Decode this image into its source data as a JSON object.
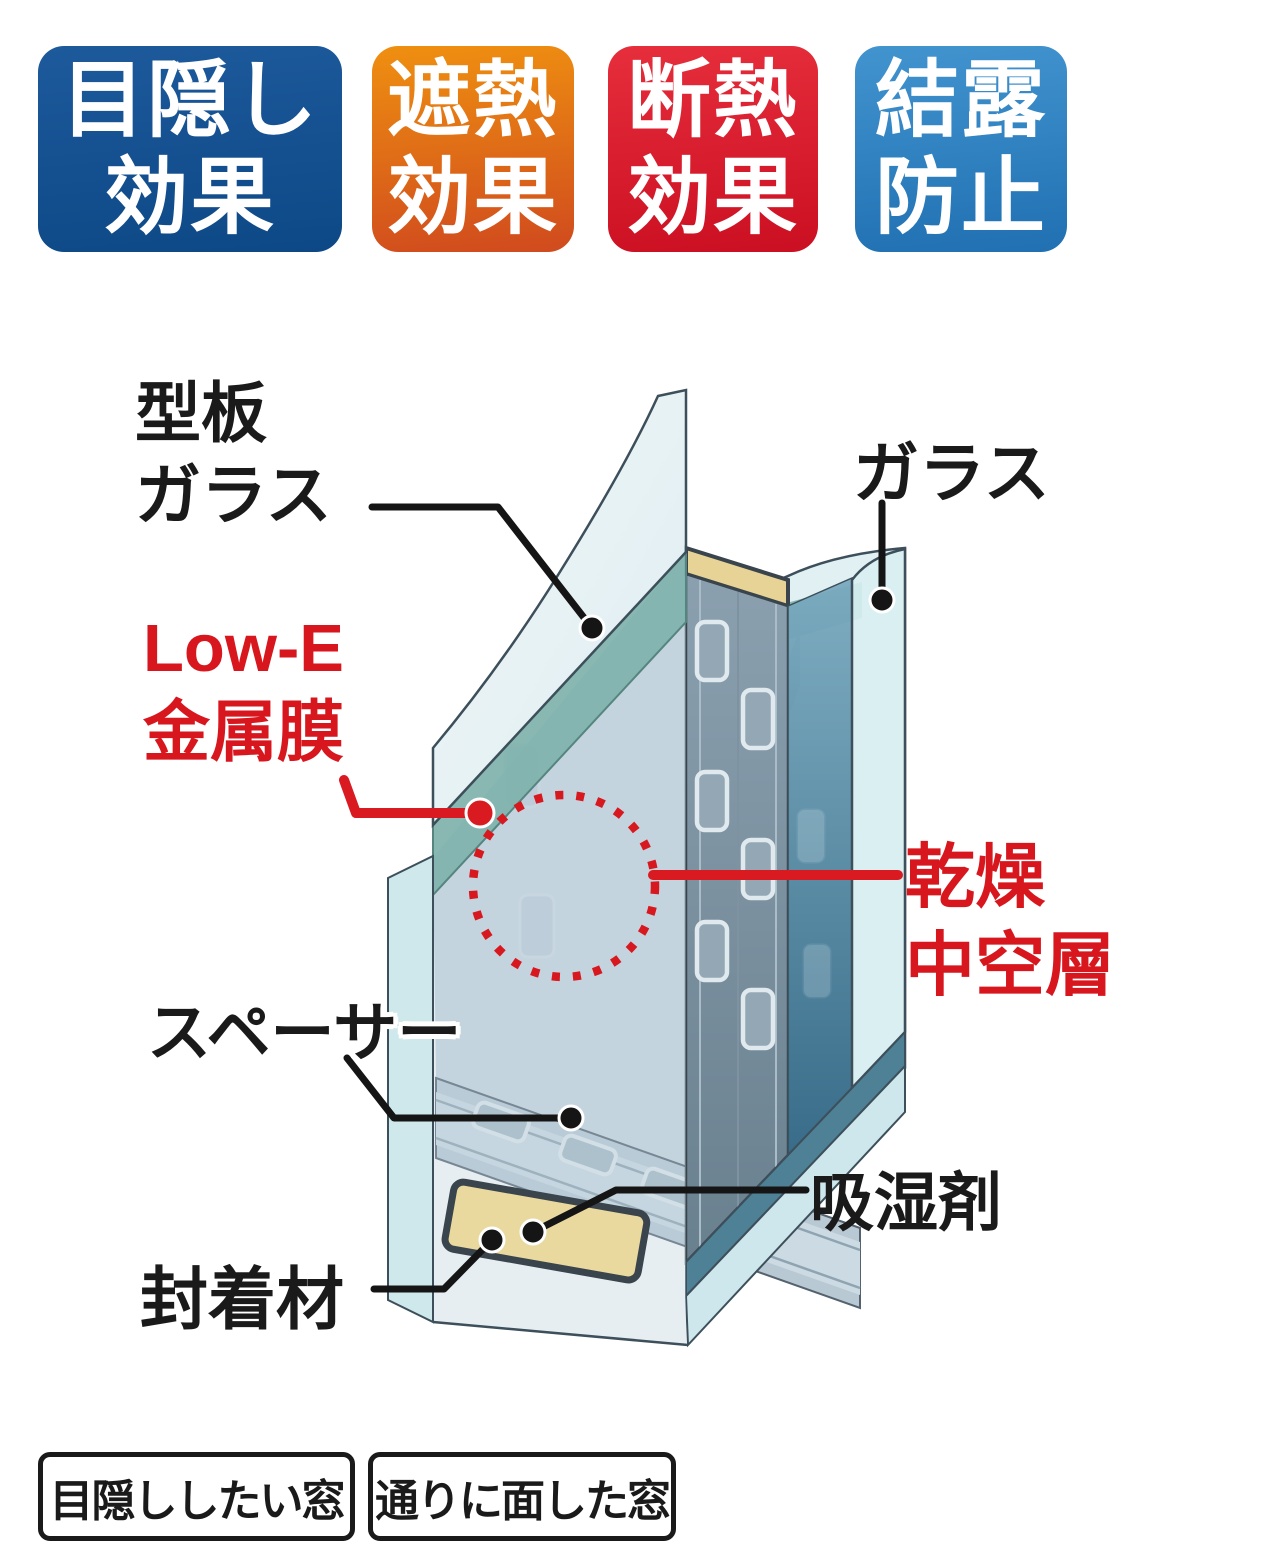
{
  "badges": [
    {
      "line1": "目隠し",
      "line2": "効果",
      "color_top": "#1d5a9c",
      "color_bottom": "#0d4886"
    },
    {
      "line1": "遮熱",
      "line2": "効果",
      "color_top": "#ef9010",
      "color_bottom": "#d04a1e"
    },
    {
      "line1": "断熱",
      "line2": "効果",
      "color_top": "#e62e3c",
      "color_bottom": "#cb0f22"
    },
    {
      "line1": "結露",
      "line2": "防止",
      "color_top": "#4294cf",
      "color_bottom": "#2070b2"
    }
  ],
  "diagram": {
    "labels": {
      "patterned_glass": {
        "line1": "型板",
        "line2": "ガラス"
      },
      "glass": {
        "text": "ガラス"
      },
      "low_e_film": {
        "line1": "Low-E",
        "line2": "金属膜"
      },
      "dry_air_layer": {
        "line1": "乾燥",
        "line2": "中空層"
      },
      "spacer": {
        "text": "スペーサー"
      },
      "desiccant": {
        "text": "吸湿剤"
      },
      "sealant": {
        "text": "封着材"
      }
    },
    "accent_colors": {
      "red_label": "#d7161e",
      "black_label": "#1a1a1a",
      "glass_teal_band": "#7fb2ab",
      "desiccant_yellow": "#ead99e",
      "spacer_slate": "#7c90a0"
    }
  },
  "footer_tags": [
    {
      "label": "目隠ししたい窓"
    },
    {
      "label": "通りに面した窓"
    }
  ]
}
